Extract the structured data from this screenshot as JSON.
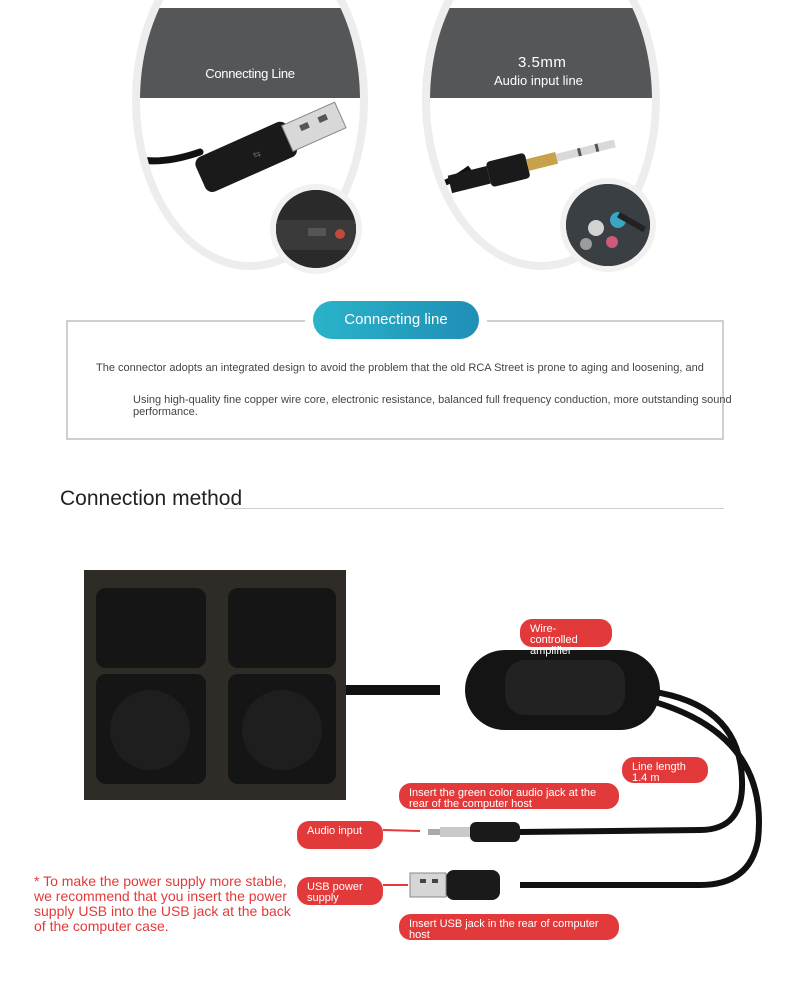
{
  "top": {
    "left_label": "Connecting Line",
    "right_number": "3.5mm",
    "right_label": "Audio input line"
  },
  "connecting": {
    "heading": "Connecting line",
    "line1": "The connector adopts an integrated design to avoid the problem that the old RCA Street is prone to aging and loosening, and",
    "line2": "Using high-quality fine copper wire core, electronic resistance, balanced full frequency conduction, more outstanding sound performance."
  },
  "method": {
    "title": "Connection method",
    "labels": {
      "amplifier": "Wire-controlled amplifier",
      "line_length": "Line length 1.4 m",
      "green_jack": "Insert the green color audio jack at the rear of the computer host",
      "audio_input": "Audio input",
      "usb_power": "USB power supply",
      "usb_rear": "Insert USB jack in the rear of computer host"
    },
    "note": "* To make the power supply more stable, we recommend that you insert the power supply USB into the USB jack at the back of the computer case."
  },
  "colors": {
    "accent_teal": "#2ab3c9",
    "label_red": "#e23a3a",
    "band_gray": "#555658"
  }
}
